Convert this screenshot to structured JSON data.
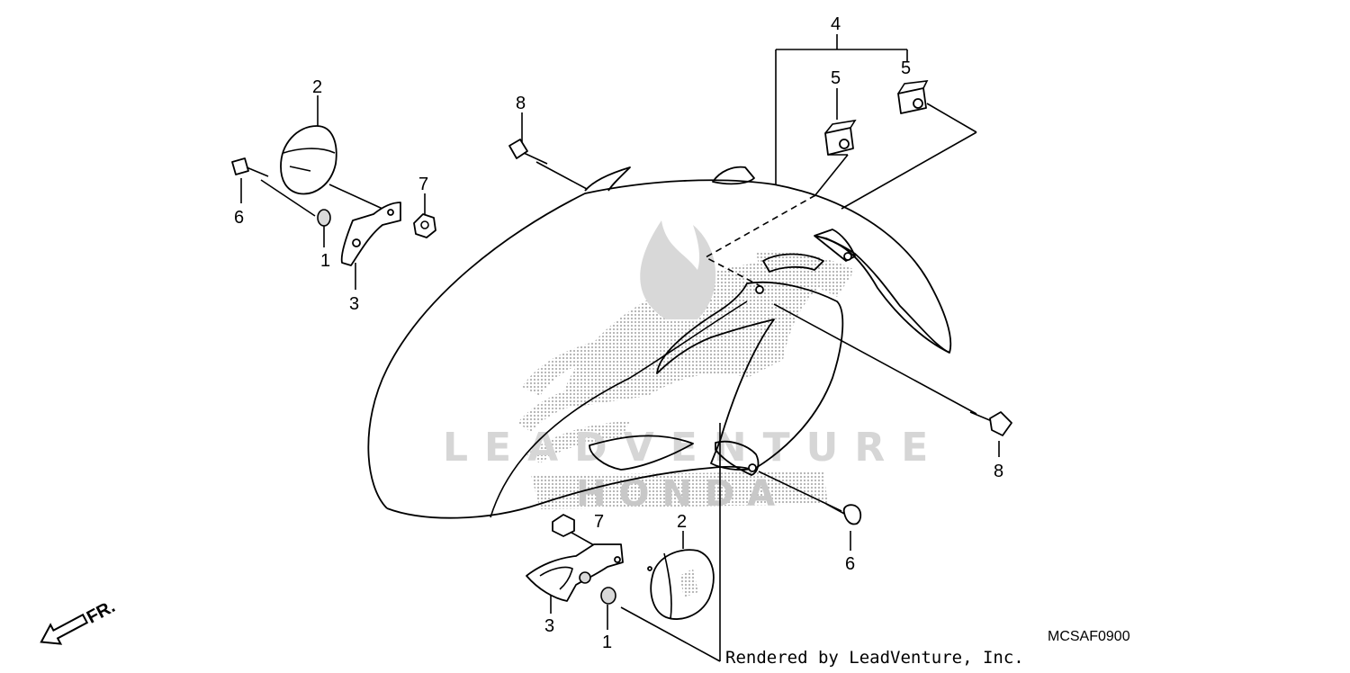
{
  "watermark": {
    "logo_text": "LEADVENTURE",
    "brand_text": "HONDA"
  },
  "callouts": {
    "c4": "4",
    "c5a": "5",
    "c5b": "5",
    "c2_top": "2",
    "c6_top": "6",
    "c7_top": "7",
    "c1_top": "1",
    "c3_top": "3",
    "c8_top": "8",
    "c8_right": "8",
    "c6_bottom": "6",
    "c7_bottom": "7",
    "c2_bottom": "2",
    "c3_bottom": "3",
    "c1_bottom": "1"
  },
  "direction": {
    "label": "FR."
  },
  "footer": {
    "credit": "Rendered by LeadVenture, Inc.",
    "diagram_code": "MCSAF0900"
  }
}
